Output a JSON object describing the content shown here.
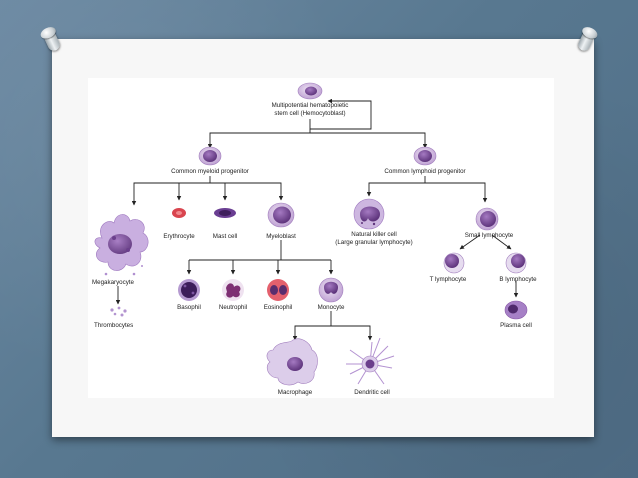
{
  "diagram": {
    "stem_cell": {
      "line1": "Multipotential hematopoietic",
      "line2": "stem cell (Hemocytoblast)"
    },
    "myeloid_progenitor": "Common myeloid progenitor",
    "lymphoid_progenitor": "Common lymphoid progenitor",
    "megakaryocyte": "Megakaryocyte",
    "thrombocytes": "Thrombocytes",
    "erythrocyte": "Erythrocyte",
    "mast_cell": "Mast cell",
    "myeloblast": "Myeloblast",
    "basophil": "Basophil",
    "neutrophil": "Neutrophil",
    "eosinophil": "Eosinophil",
    "monocyte": "Monocyte",
    "macrophage": "Macrophage",
    "dendritic_cell": "Dendritic cell",
    "nk_cell": {
      "line1": "Natural killer cell",
      "line2": "(Large granular lymphocyte)"
    },
    "small_lymphocyte": "Small lymphocyte",
    "t_lymphocyte": "T lymphocyte",
    "b_lymphocyte": "B lymphocyte",
    "plasma_cell": "Plasma cell"
  },
  "colors": {
    "background": "#587890",
    "board": "#f7f7f7",
    "cell_purple": "#8a5aa8",
    "cell_light": "#d9c6e6",
    "erythrocyte_red": "#d9454f",
    "line": "#222222"
  }
}
